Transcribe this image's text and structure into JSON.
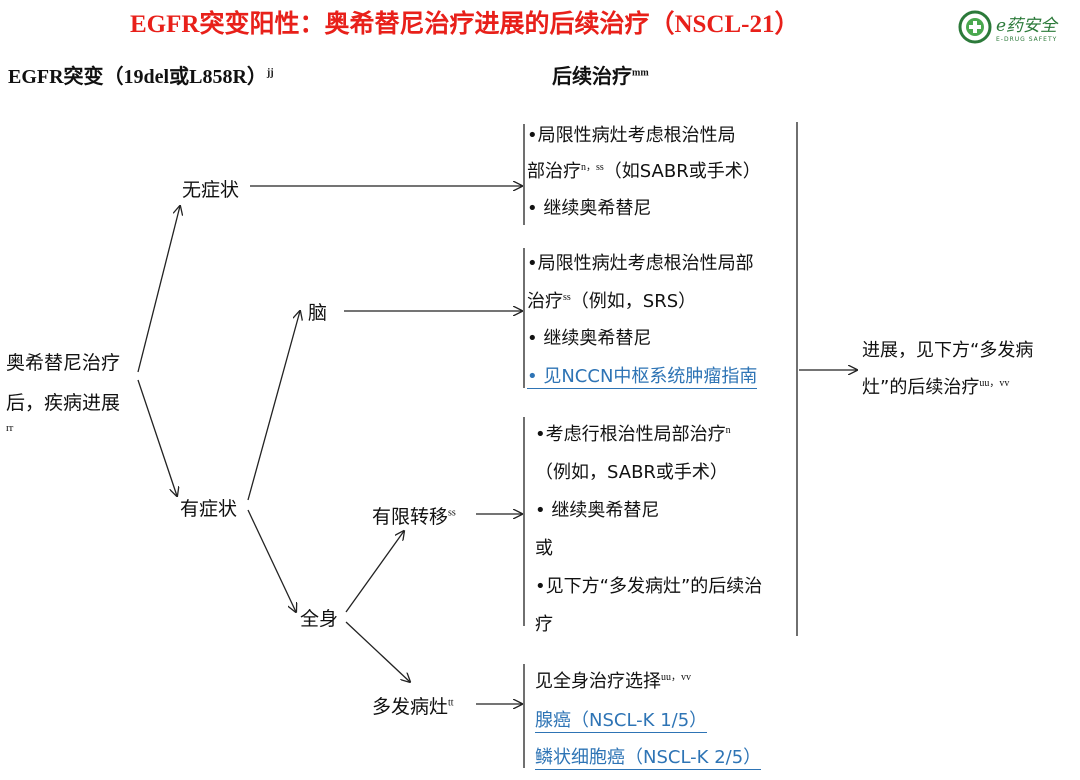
{
  "title": "EGFR突变阳性：奥希替尼治疗进展的后续治疗（NSCL-21）",
  "logo": {
    "name": "e药安全",
    "subtitle": "E-DRUG SAFETY",
    "icon": "pill-cross-icon"
  },
  "headers": {
    "left": "EGFR突变（19del或L858R）",
    "left_sup": "jj",
    "right": "后续治疗",
    "right_sup": "mm"
  },
  "nodes": {
    "start_line1": "奥希替尼治疗",
    "start_line2": "后，疾病进展",
    "start_sup": "rr",
    "asymptomatic": "无症状",
    "symptomatic": "有症状",
    "brain": "脑",
    "systemic": "全身",
    "limited": "有限转移",
    "limited_sup": "ss",
    "multiple": "多发病灶",
    "multiple_sup": "tt"
  },
  "boxes": {
    "asym": {
      "l1": "•局限性病灶考虑根治性局",
      "l2a": "部治疗",
      "l2sup": "n，ss",
      "l2b": "（如SABR或手术）",
      "l3": "• 继续奥希替尼"
    },
    "brain": {
      "l1": "•局限性病灶考虑根治性局部",
      "l2a": "治疗",
      "l2sup": "ss",
      "l2b": "（例如，SRS）",
      "l3": "• 继续奥希替尼",
      "l4": "• 见NCCN中枢系统肿瘤指南"
    },
    "limited": {
      "l1": "•考虑行根治性局部治疗",
      "l1sup": "n",
      "l2": "（例如，SABR或手术）",
      "l3": "• 继续奥希替尼",
      "l4": "或",
      "l5": "•见下方“多发病灶”的后续治",
      "l6": "疗"
    },
    "multiple": {
      "l1": "见全身治疗选择",
      "l1sup": "uu，vv",
      "l2": "腺癌（NSCL-K  1/5）",
      "l3": "鳞状细胞癌（NSCL-K 2/5）"
    }
  },
  "progression": {
    "l1": "进展，见下方“多发病",
    "l2": "灶”的后续治疗",
    "sup": "uu，vv"
  },
  "colors": {
    "title": "#e8201a",
    "link": "#2e74b5",
    "line": "#222222"
  }
}
